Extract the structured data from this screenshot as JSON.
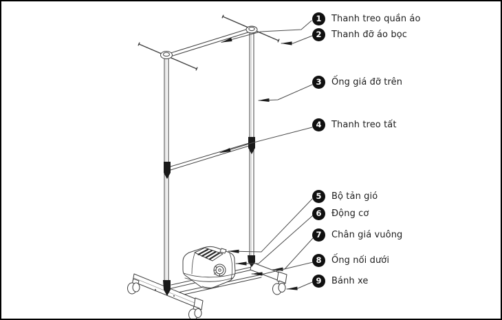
{
  "frame": {
    "background": "#ffffff",
    "border_color": "#000000"
  },
  "colors": {
    "ink": "#3f3f3f",
    "dark": "#1a1a1a",
    "badge_bg": "#101010",
    "badge_text": "#ffffff"
  },
  "callouts": [
    {
      "num": "1",
      "label": "Thanh treo quần áo"
    },
    {
      "num": "2",
      "label": "Thanh đỡ áo bọc"
    },
    {
      "num": "3",
      "label": "Ống giá đỡ trên"
    },
    {
      "num": "4",
      "label": "Thanh treo tất"
    },
    {
      "num": "5",
      "label": "Bộ tản gió"
    },
    {
      "num": "6",
      "label": "Động cơ"
    },
    {
      "num": "7",
      "label": "Chân giá vuông"
    },
    {
      "num": "8",
      "label": "Ống nối dưới"
    },
    {
      "num": "9",
      "label": "Bánh xe"
    }
  ]
}
